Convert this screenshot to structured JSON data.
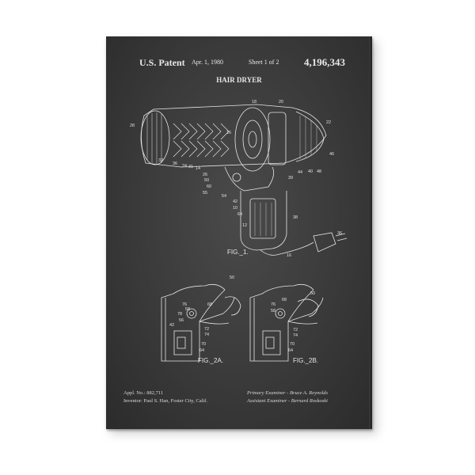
{
  "patent": {
    "office": "U.S. Patent",
    "date": "Apr. 1, 1980",
    "sheet": "Sheet 1 of 2",
    "number": "4,196,343",
    "title": "HAIR DRYER"
  },
  "footer": {
    "appl": "Appl. No.: 882,711",
    "inventor": "Inventor:     Paul S. Han,  Foster City, Calif.",
    "primary_examiner": "Primary Examiner  - Bruce A. Reynolds",
    "assistant_examiner": "Assistant Examiner  - Bernard Roskoski"
  },
  "figures": {
    "fig1": "FIG._1.",
    "fig2a": "FIG._2A.",
    "fig2b": "FIG._2B."
  },
  "ref_numerals": {
    "fig1": [
      "18",
      "20",
      "22",
      "28",
      "16",
      "46",
      "32",
      "36",
      "24",
      "31",
      "14",
      "40",
      "48",
      "44",
      "39",
      "26",
      "50",
      "60",
      "55",
      "54",
      "42",
      "10",
      "64",
      "38",
      "12",
      "36",
      "16"
    ],
    "fig2a": [
      "50",
      "76",
      "58",
      "68",
      "78",
      "56",
      "62",
      "42",
      "72",
      "74",
      "70",
      "64"
    ],
    "fig2b": [
      "50",
      "68",
      "76",
      "58",
      "72",
      "74",
      "70",
      "64"
    ]
  },
  "colors": {
    "chalkboard": "#3a3a3a",
    "line": "#e6e6e6"
  }
}
